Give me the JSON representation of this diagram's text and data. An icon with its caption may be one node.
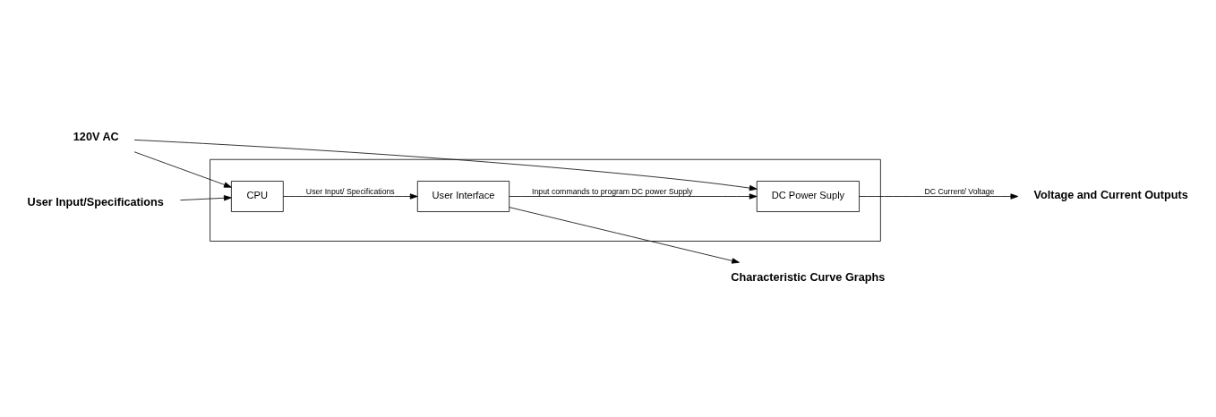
{
  "diagram": {
    "nodes": [
      {
        "text": [],
        "shape": "box"
      },
      {
        "text": [
          "User Interface"
        ],
        "in": 0
      },
      {
        "text": [
          "CPU"
        ],
        "in": 0
      },
      {
        "text": [
          "DC Power Suply"
        ],
        "in": 0
      },
      {
        "text": [
          "User Input/Specifications"
        ]
      },
      {
        "text": [
          "Characteristic Curve Graphs"
        ]
      },
      {
        "text": [
          "Voltage and Current Outputs"
        ]
      },
      {
        "text": [
          "120V AC"
        ]
      }
    ],
    "edges": [
      {
        "from": 4,
        "to": 2,
        "arrow": "to"
      },
      {
        "from": 2,
        "to": 1,
        "arrow": "to",
        "label": "User Input/ Specifications"
      },
      {
        "from": 1,
        "to": 5,
        "arrow": "to"
      },
      {
        "from": 1,
        "to": 3,
        "arrow": "to",
        "label": "Input commands to program DC power Supply"
      },
      {
        "from": 3,
        "to": 6,
        "arrow": "to",
        "label": "DC Current/ Voltage"
      },
      {
        "from": 7,
        "to": 2,
        "arrow": "to"
      },
      {
        "from": 7,
        "to": 3,
        "arrow": "to"
      }
    ]
  }
}
